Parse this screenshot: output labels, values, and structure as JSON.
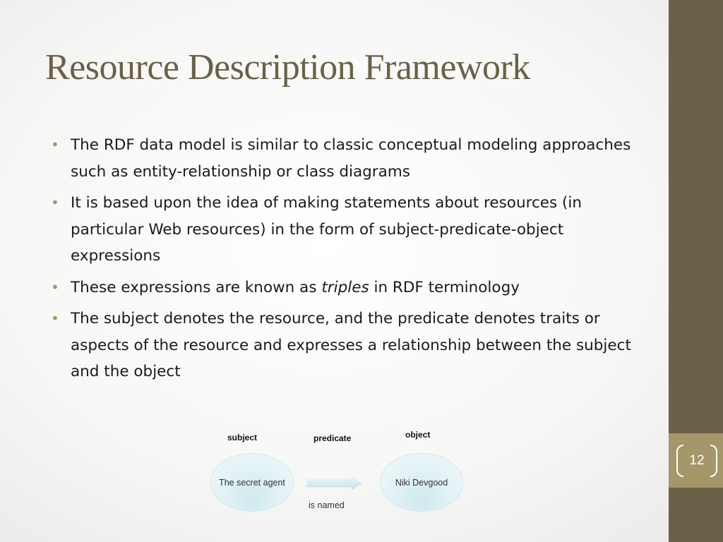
{
  "slide": {
    "title": "Resource Description Framework",
    "page_number": "12",
    "bullets": [
      {
        "before": "The RDF data model is similar to classic conceptual modeling approaches such as entity-relationship or class diagrams",
        "italic": "",
        "after": ""
      },
      {
        "before": "It is based upon the idea of making statements about resources (in particular Web resources) in the form of subject-predicate-object expressions",
        "italic": "",
        "after": ""
      },
      {
        "before": "These expressions are known as ",
        "italic": "triples",
        "after": " in RDF terminology"
      },
      {
        "before": "The subject denotes the resource, and the predicate denotes traits or aspects of the resource and expresses a relationship between the subject and the object",
        "italic": "",
        "after": ""
      }
    ]
  },
  "diagram": {
    "subject_label": "subject",
    "predicate_label": "predicate",
    "object_label": "object",
    "subject_text": "The secret agent",
    "object_text": "Niki Devgood",
    "predicate_text": "is named"
  },
  "colors": {
    "title": "#6b6048",
    "sidebar": "#6b6048",
    "badge": "#a5976a",
    "bullet": "#a5976a",
    "node_fill": "#d8eef3"
  }
}
